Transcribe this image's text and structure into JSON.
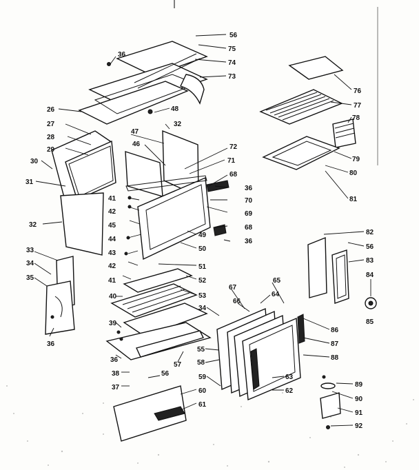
{
  "labels": [
    "56",
    "75",
    "74",
    "73",
    "36",
    "76",
    "77",
    "78",
    "79",
    "80",
    "81",
    "26",
    "48",
    "27",
    "32",
    "28",
    "29",
    "47",
    "46",
    "72",
    "71",
    "68",
    "36",
    "70",
    "69",
    "68",
    "36",
    "30",
    "31",
    "32",
    "41",
    "42",
    "45",
    "44",
    "43",
    "42",
    "41",
    "49",
    "50",
    "51",
    "52",
    "53",
    "33",
    "34",
    "35",
    "36",
    "40",
    "39",
    "36",
    "38",
    "37",
    "57",
    "56",
    "60",
    "61",
    "67",
    "66",
    "65",
    "64",
    "34",
    "55",
    "58",
    "59",
    "63",
    "62",
    "86",
    "87",
    "88",
    "82",
    "56",
    "83",
    "84",
    "85",
    "89",
    "90",
    "91",
    "92"
  ],
  "colors": {
    "ink": "#111111",
    "paper": "#fdfdfb"
  }
}
